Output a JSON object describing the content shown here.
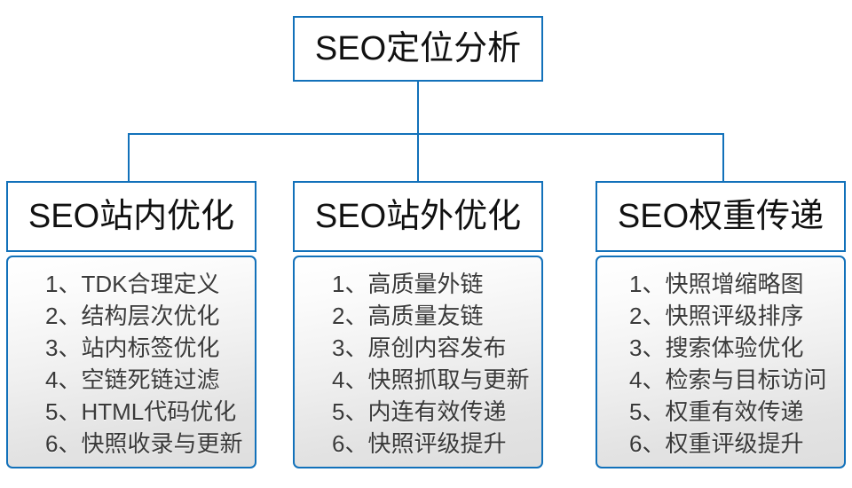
{
  "diagram": {
    "title": "SEO定位分析",
    "accent_color": "#1271ba",
    "text_color": "#111111",
    "list_text_color": "#3a3a3a",
    "branches": [
      {
        "heading": "SEO站内优化",
        "items": [
          "1、TDK合理定义",
          "2、结构层次优化",
          "3、站内标签优化",
          "4、空链死链过滤",
          "5、HTML代码优化",
          "6、快照收录与更新"
        ]
      },
      {
        "heading": "SEO站外优化",
        "items": [
          "1、高质量外链",
          "2、高质量友链",
          "3、原创内容发布",
          "4、快照抓取与更新",
          "5、内连有效传递",
          "6、快照评级提升"
        ]
      },
      {
        "heading": "SEO权重传递",
        "items": [
          "1、快照增缩略图",
          "2、快照评级排序",
          "3、搜索体验优化",
          "4、检索与目标访问",
          "5、权重有效传递",
          "6、权重评级提升"
        ]
      }
    ]
  }
}
